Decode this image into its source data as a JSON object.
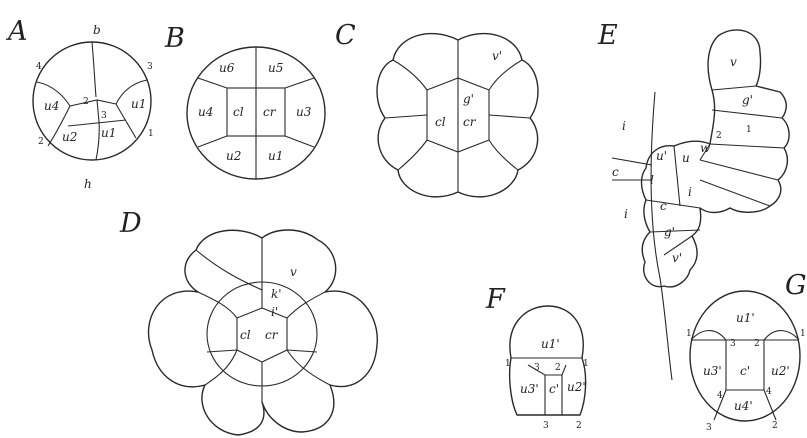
{
  "figures": {
    "A": {
      "letter": "A",
      "pole_top": "b",
      "pole_bottom": "h",
      "cells": [
        "u4",
        "u2",
        "u1",
        "u1"
      ],
      "numbers": [
        "4",
        "3",
        "2",
        "3",
        "2",
        "1"
      ]
    },
    "B": {
      "letter": "B",
      "cells": [
        "u6",
        "u5",
        "u4",
        "cl",
        "cr",
        "u3",
        "u2",
        "u1"
      ]
    },
    "C": {
      "letter": "C",
      "cells": [
        "v'",
        "g'",
        "cl",
        "cr"
      ]
    },
    "D": {
      "letter": "D",
      "cells": [
        "v",
        "k'",
        "i'",
        "cl",
        "cr"
      ]
    },
    "E": {
      "letter": "E",
      "cells": [
        "v",
        "g'",
        "1",
        "2",
        "w",
        "u",
        "u'",
        "l",
        "c",
        "i",
        "g'",
        "v'"
      ],
      "side_labels": [
        "i",
        "c",
        "i"
      ]
    },
    "F": {
      "letter": "F",
      "cells": [
        "u1'",
        "u3'",
        "c'",
        "u2'"
      ],
      "numbers": [
        "1",
        "3",
        "2",
        "1",
        "3",
        "2"
      ]
    },
    "G": {
      "letter": "G",
      "cells": [
        "u1'",
        "u3'",
        "c'",
        "u2'",
        "u4'"
      ],
      "numbers": [
        "1",
        "3",
        "2",
        "1",
        "4",
        "4",
        "3",
        "2"
      ]
    }
  }
}
